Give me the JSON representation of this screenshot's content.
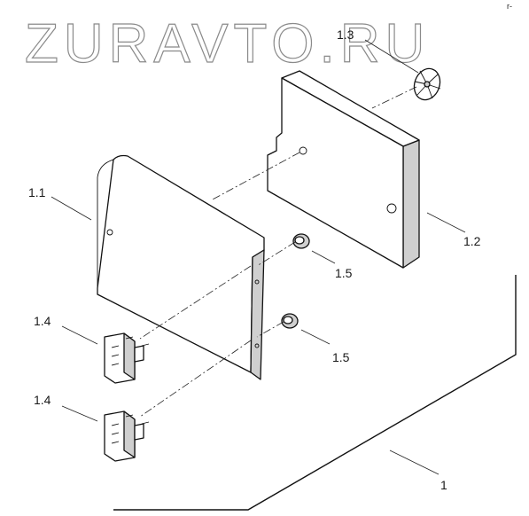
{
  "watermark": {
    "text": "ZURAVTO.RU",
    "corner_mark": "r-"
  },
  "diagram": {
    "labels": {
      "assembly": "1",
      "cover_plate": "1.1",
      "panel": "1.2",
      "fastener": "1.3",
      "hinge_upper": "1.4",
      "hinge_lower": "1.4",
      "nut_upper": "1.5",
      "nut_lower": "1.5"
    }
  }
}
